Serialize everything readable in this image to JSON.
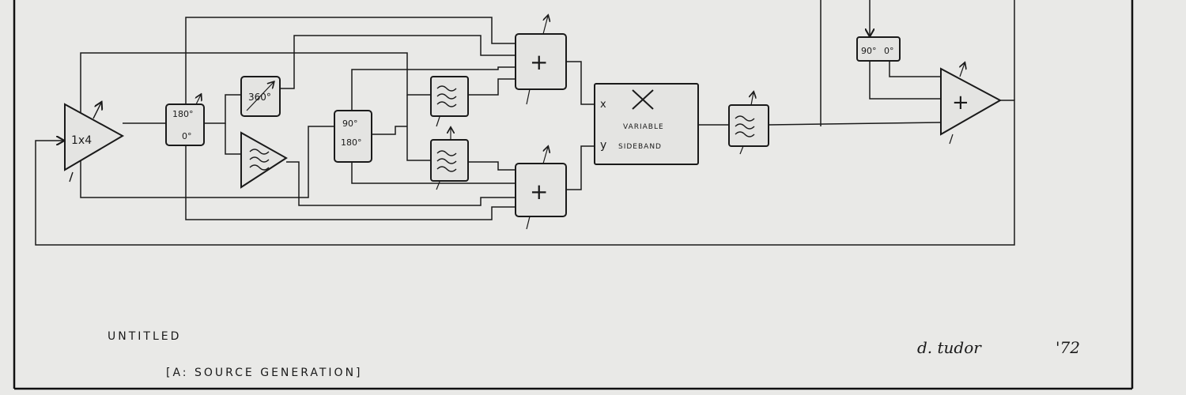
{
  "diagram": {
    "amp_main": {
      "label": "1x4"
    },
    "phase_a": {
      "top": "180°",
      "bottom": "0°"
    },
    "phase_360": {
      "label": "360°"
    },
    "phase_b": {
      "top": "90°",
      "bottom": "180°"
    },
    "phase_c": {
      "left": "90°",
      "right": "0°"
    },
    "modulator": {
      "x_label": "x",
      "y_label": "y",
      "line1": "VARIABLE",
      "line2": "SIDEBAND"
    },
    "mixer_out": {
      "label": "+"
    },
    "sum_top": {
      "label": "+"
    },
    "sum_bottom": {
      "label": "+"
    }
  },
  "captions": {
    "title": "UNTITLED",
    "subtitle": "[A: SOURCE GENERATION]",
    "signature": "d. tudor",
    "year": "'72"
  }
}
